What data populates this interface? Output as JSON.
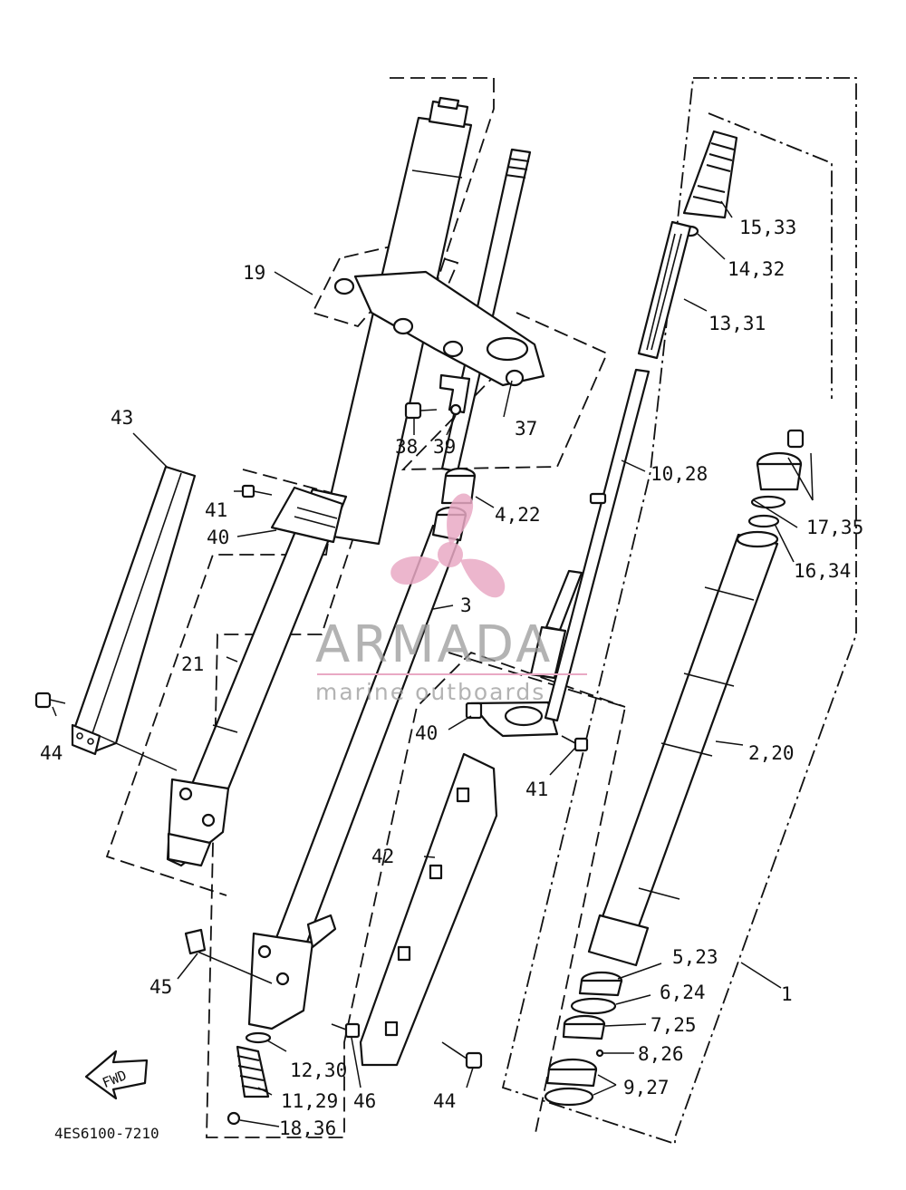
{
  "diagram_code": "4ES6100-7210",
  "fwd_label": "FWD",
  "watermark": {
    "brand": "ARMADA",
    "tagline": "marine outboards",
    "color": "#e9a9c4"
  },
  "part_labels": [
    {
      "id": "p1",
      "text": "1"
    },
    {
      "id": "p2",
      "text": "2,20"
    },
    {
      "id": "p3",
      "text": "3"
    },
    {
      "id": "p4",
      "text": "4,22"
    },
    {
      "id": "p5",
      "text": "5,23"
    },
    {
      "id": "p6",
      "text": "6,24"
    },
    {
      "id": "p7",
      "text": "7,25"
    },
    {
      "id": "p8",
      "text": "8,26"
    },
    {
      "id": "p9",
      "text": "9,27"
    },
    {
      "id": "p10",
      "text": "10,28"
    },
    {
      "id": "p11",
      "text": "11,29"
    },
    {
      "id": "p12",
      "text": "12,30"
    },
    {
      "id": "p13",
      "text": "13,31"
    },
    {
      "id": "p14",
      "text": "14,32"
    },
    {
      "id": "p15",
      "text": "15,33"
    },
    {
      "id": "p16",
      "text": "16,34"
    },
    {
      "id": "p17",
      "text": "17,35"
    },
    {
      "id": "p18",
      "text": "18,36"
    },
    {
      "id": "p19",
      "text": "19"
    },
    {
      "id": "p21",
      "text": "21"
    },
    {
      "id": "p37",
      "text": "37"
    },
    {
      "id": "p38",
      "text": "38"
    },
    {
      "id": "p39",
      "text": "39"
    },
    {
      "id": "p40a",
      "text": "40"
    },
    {
      "id": "p40b",
      "text": "40"
    },
    {
      "id": "p41a",
      "text": "41"
    },
    {
      "id": "p41b",
      "text": "41"
    },
    {
      "id": "p42",
      "text": "42"
    },
    {
      "id": "p43",
      "text": "43"
    },
    {
      "id": "p44a",
      "text": "44"
    },
    {
      "id": "p44b",
      "text": "44"
    },
    {
      "id": "p45",
      "text": "45"
    },
    {
      "id": "p46",
      "text": "46"
    }
  ]
}
